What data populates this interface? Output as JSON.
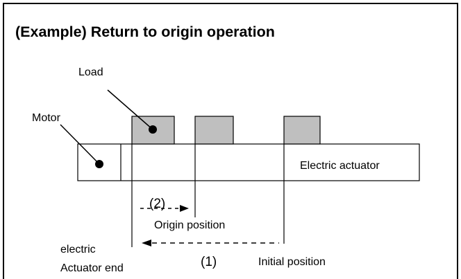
{
  "title": "(Example) Return to origin operation",
  "labels": {
    "load": "Load",
    "motor": "Motor",
    "actuator": "Electric  actuator",
    "step2": "(2)",
    "origin_position": "Origin position",
    "step1": "(1)",
    "initial_position": "Initial position",
    "actuator_end_line1": "electric",
    "actuator_end_line2": "Actuator end"
  },
  "colors": {
    "load_fill": "#bfbfbf",
    "line": "#000000",
    "background": "#ffffff"
  }
}
